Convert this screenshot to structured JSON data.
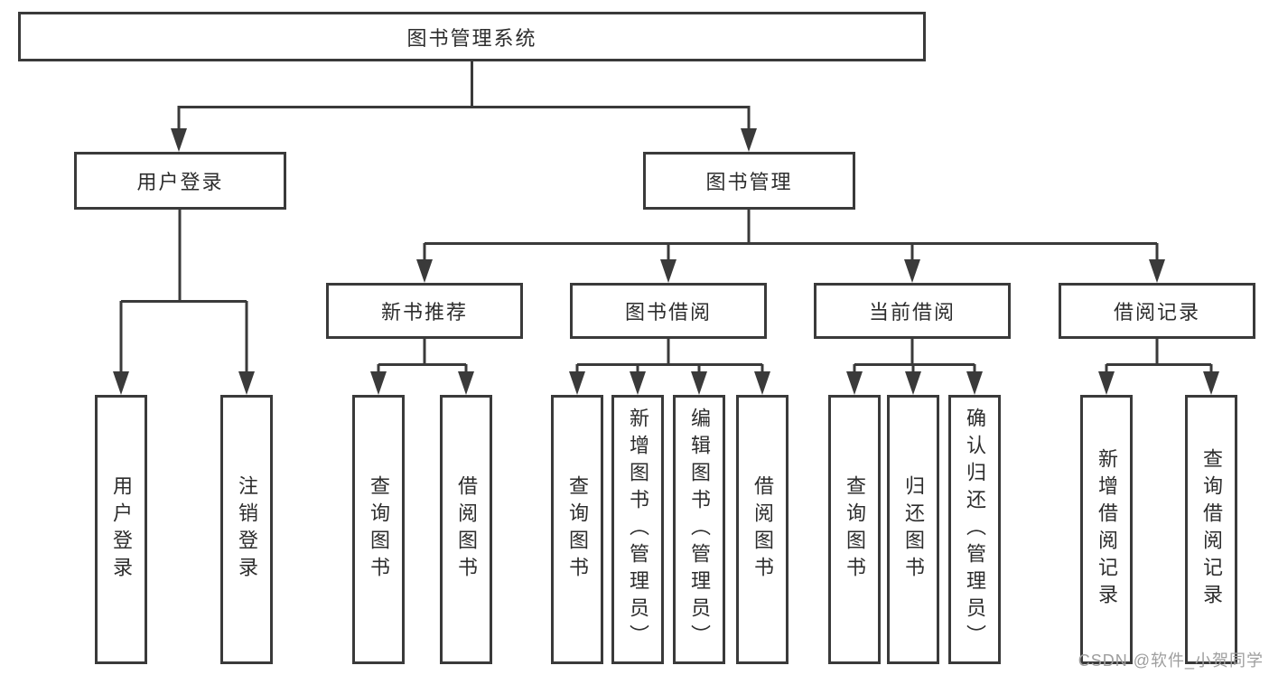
{
  "tree": {
    "label": "图书管理系统",
    "children": [
      {
        "label": "用户登录",
        "children": [
          {
            "label": "用户登录"
          },
          {
            "label": "注销登录"
          }
        ]
      },
      {
        "label": "图书管理",
        "children": [
          {
            "label": "新书推荐",
            "children": [
              {
                "label": "查询图书"
              },
              {
                "label": "借阅图书"
              }
            ]
          },
          {
            "label": "图书借阅",
            "children": [
              {
                "label": "查询图书"
              },
              {
                "label": "新增图书（管理员）"
              },
              {
                "label": "编辑图书（管理员）"
              },
              {
                "label": "借阅图书"
              }
            ]
          },
          {
            "label": "当前借阅",
            "children": [
              {
                "label": "查询图书"
              },
              {
                "label": "归还图书"
              },
              {
                "label": "确认归还（管理员）"
              }
            ]
          },
          {
            "label": "借阅记录",
            "children": [
              {
                "label": "新增借阅记录"
              },
              {
                "label": "查询借阅记录"
              }
            ]
          }
        ]
      }
    ]
  },
  "watermark": {
    "text": "CSDN @软件_小贺同学",
    "color": "#9e9e9e"
  },
  "colors": {
    "line": "#3a3a3a",
    "text": "#2d2d2d",
    "background": "#ffffff"
  }
}
